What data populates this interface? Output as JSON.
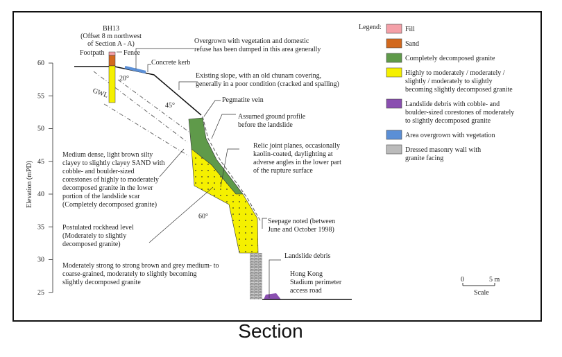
{
  "axis": {
    "ylabel": "Elevation (mPD)",
    "ticks": [
      60,
      55,
      50,
      45,
      40,
      35,
      30,
      25
    ]
  },
  "borehole": {
    "name": "BH13",
    "note": [
      "(Offset 8 m northwest",
      "of Section A - A)"
    ],
    "footpath": "Footpath",
    "fence": "Fence"
  },
  "labels": {
    "kerb": "Concrete kerb",
    "overgrown": [
      "Overgrown with vegetation  and domestic",
      "refuse has  been dumped in this  area generally"
    ],
    "slope": [
      "Existing slope, with an old  chunam covering,",
      "generally in a poor condition  (cracked and spalling)"
    ],
    "pegmatite": "Pegmatite vein",
    "assumed": [
      "Assumed ground profile",
      "before the landslide"
    ],
    "relic": [
      "Relic joint planes, occasionally",
      "kaolin-coated, daylighting at",
      "adverse angles in the lower  part",
      "of the rupture surface"
    ],
    "sand": [
      "Medium dense, light brown silty",
      "clayey to slightly clayey SAND with",
      "cobble- and boulder-sized",
      "corestones of highly to moderately",
      "decomposed granite in the lower",
      "portion of the landslide scar",
      "(Completely decomposed granite)"
    ],
    "rockhead": [
      "Postulated rockhead level",
      "(Moderately to slightly",
      "decomposed granite)"
    ],
    "granite": [
      "Moderately strong to strong brown and grey medium- to",
      "coarse-grained, moderately to slightly becoming",
      "slightly decomposed granite"
    ],
    "seepage": [
      "Seepage noted (between",
      "June and October 1998)"
    ],
    "debris": "Landslide debris",
    "road": [
      "Hong Kong",
      "Stadium perimeter",
      "access road"
    ],
    "gwl": "GWL",
    "angle20": "20°",
    "angle45": "45°",
    "angle60": "60°"
  },
  "legend": {
    "title": "Legend:",
    "items": [
      {
        "label": [
          "Fill"
        ],
        "color": "#f4a0a8"
      },
      {
        "label": [
          "Sand"
        ],
        "color": "#d2691e"
      },
      {
        "label": [
          "Completely decomposed granite"
        ],
        "color": "#5f9a4a"
      },
      {
        "label": [
          "Highly to moderately / moderately /",
          "slightly / moderately to slightly",
          "becoming slightly decomposed granite"
        ],
        "color": "#f5f000"
      },
      {
        "label": [
          "Landslide debris with cobble- and",
          "boulder-sized corestones of moderately",
          "to slightly decomposed granite"
        ],
        "color": "#8a4fb0"
      },
      {
        "label": [
          "Area overgrown with vegetation"
        ],
        "color": "#5b8fd6"
      },
      {
        "label": [
          "Dressed masonry wall with",
          "granite facing"
        ],
        "color": "#bbbbbb"
      }
    ]
  },
  "scale": {
    "zero": "0",
    "five": "5 m",
    "label": "Scale"
  },
  "caption": "Section"
}
